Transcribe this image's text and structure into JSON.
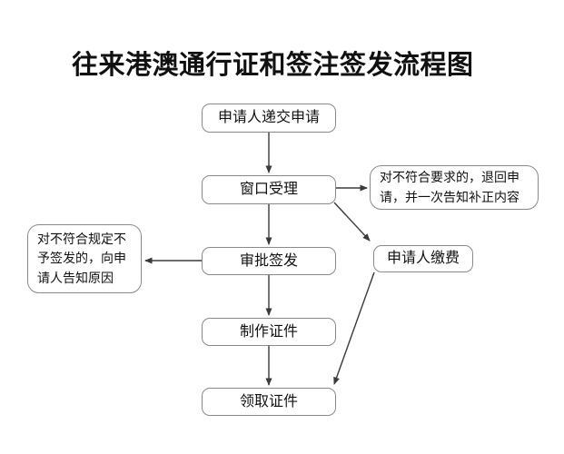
{
  "title": "往来港澳通行证和签注签发流程图",
  "nodes": {
    "submit": {
      "label": "申请人递交申请"
    },
    "window": {
      "label": "窗口受理"
    },
    "return_note": {
      "label": "对不符合要求的，退回申\n请，并一次告知补正内容"
    },
    "approve": {
      "label": "审批签发"
    },
    "reject_note": {
      "label": "对不符合规定不\n予签发的，向申\n请人告知原因"
    },
    "pay": {
      "label": "申请人缴费"
    },
    "produce": {
      "label": "制作证件"
    },
    "collect": {
      "label": "领取证件"
    }
  },
  "edges": [
    {
      "from": "submit",
      "to": "window"
    },
    {
      "from": "window",
      "to": "return_note"
    },
    {
      "from": "window",
      "to": "approve"
    },
    {
      "from": "window",
      "to": "pay"
    },
    {
      "from": "approve",
      "to": "reject_note"
    },
    {
      "from": "approve",
      "to": "produce"
    },
    {
      "from": "produce",
      "to": "collect"
    },
    {
      "from": "pay",
      "to": "collect"
    }
  ],
  "colors": {
    "box-border": "#8a8a8a",
    "arrow": "#3a3a3a",
    "text": "#111111",
    "background": "#ffffff"
  }
}
